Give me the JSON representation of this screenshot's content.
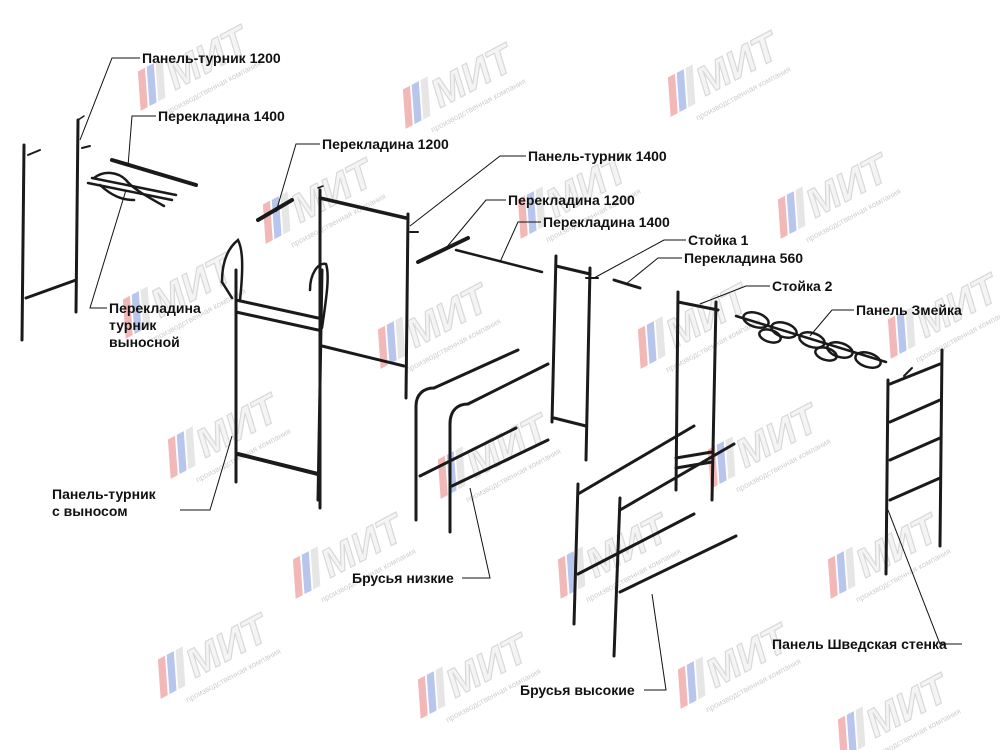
{
  "watermark": {
    "logo_text": "МИТ",
    "tagline": "производственная компания",
    "colors": {
      "red": "#f2b8b8",
      "blue": "#b8c6ee",
      "gray": "#dedede"
    }
  },
  "labels": [
    {
      "id": "panel-turnik-1200",
      "text": "Панель-турник 1200"
    },
    {
      "id": "perekladina-1400-a",
      "text": "Перекладина 1400"
    },
    {
      "id": "perekladina-1200-a",
      "text": "Перекладина 1200"
    },
    {
      "id": "panel-turnik-1400",
      "text": "Панель-турник 1400"
    },
    {
      "id": "perekladina-1200-b",
      "text": "Перекладина 1200"
    },
    {
      "id": "perekladina-1400-b",
      "text": "Перекладина 1400"
    },
    {
      "id": "stoyka-1",
      "text": "Стойка 1"
    },
    {
      "id": "perekladina-560",
      "text": "Перекладина 560"
    },
    {
      "id": "stoyka-2",
      "text": "Стойка 2"
    },
    {
      "id": "panel-zmeyka",
      "text": "Панель Змейка"
    },
    {
      "id": "perekladina-turnik-vynosnoy",
      "text": "Перекладина\nтурник\nвыносной"
    },
    {
      "id": "panel-turnik-s-vynosom",
      "text": "Панель-турник\nс выносом"
    },
    {
      "id": "brusya-nizkie",
      "text": "Брусья низкие"
    },
    {
      "id": "brusya-vysokie",
      "text": "Брусья высокие"
    },
    {
      "id": "panel-shvedskaya-stenka",
      "text": "Панель Шведская стенка"
    }
  ]
}
